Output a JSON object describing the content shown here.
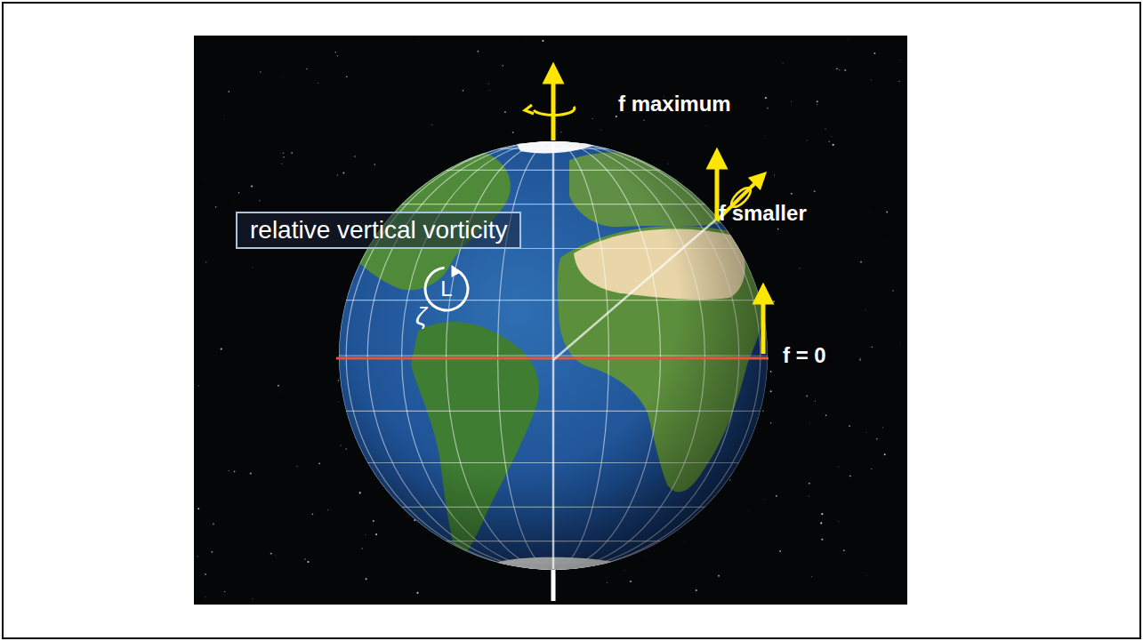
{
  "diagram": {
    "nodes": [
      {
        "text": [
          "relative vertical vorticity"
        ]
      },
      {
        "text": [
          "L"
        ]
      }
    ],
    "labels": [
      "f maximum",
      "f smaller",
      "f = 0",
      "ζ"
    ]
  }
}
